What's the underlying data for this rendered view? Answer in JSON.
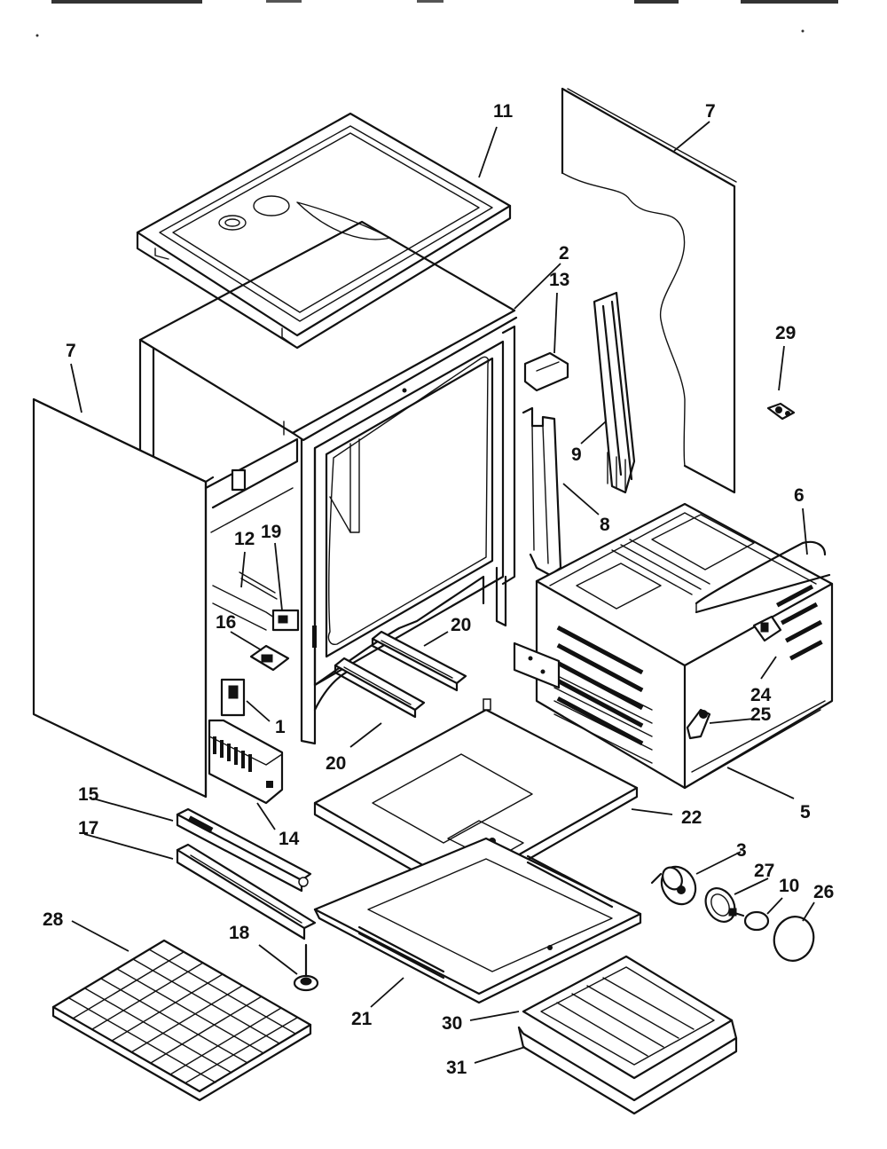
{
  "callouts": {
    "c1": "1",
    "c2": "2",
    "c3": "3",
    "c5": "5",
    "c6": "6",
    "c7a": "7",
    "c7b": "7",
    "c8": "8",
    "c9": "9",
    "c10": "10",
    "c11": "11",
    "c12": "12",
    "c13": "13",
    "c14": "14",
    "c15": "15",
    "c16": "16",
    "c17": "17",
    "c18": "18",
    "c19": "19",
    "c20a": "20",
    "c20b": "20",
    "c21": "21",
    "c22": "22",
    "c24": "24",
    "c25": "25",
    "c26": "26",
    "c27": "27",
    "c28": "28",
    "c29": "29",
    "c30": "30",
    "c31": "31"
  }
}
